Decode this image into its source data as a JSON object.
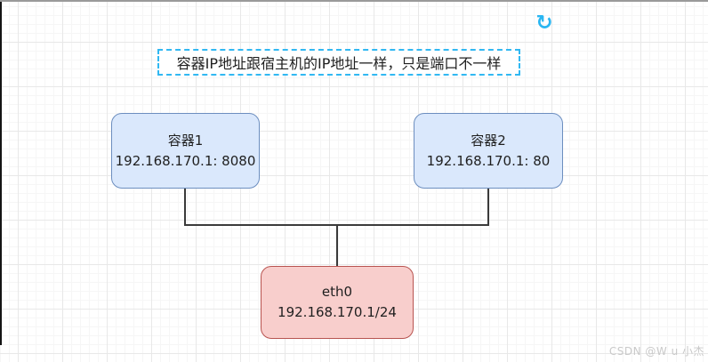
{
  "toolbar": {
    "refresh_icon_glyph": "↻"
  },
  "diagram": {
    "note": {
      "text": "容器IP地址跟宿主机的IP地址一样，只是端口不一样",
      "selected": true
    },
    "nodes": [
      {
        "id": "container1",
        "title": "容器1",
        "subtitle": "192.168.170.1:  8080",
        "fill": "#dae8fc",
        "stroke": "#6c8ebf"
      },
      {
        "id": "container2",
        "title": "容器2",
        "subtitle": "192.168.170.1:  80",
        "fill": "#dae8fc",
        "stroke": "#6c8ebf"
      },
      {
        "id": "eth0",
        "title": "eth0",
        "subtitle": "192.168.170.1/24",
        "fill": "#f8cecc",
        "stroke": "#b85450"
      }
    ],
    "edges": [
      {
        "from": "container1",
        "to": "eth0"
      },
      {
        "from": "container2",
        "to": "eth0"
      }
    ],
    "colors": {
      "selection_dash": "#31b8f2",
      "refresh_accent": "#29b6f2",
      "connector": "#3a3a3a",
      "grid_minor": "#f6f6f6",
      "grid_major": "#e8e8e8"
    }
  },
  "footer": {
    "watermark": "CSDN @W u 小杰"
  }
}
